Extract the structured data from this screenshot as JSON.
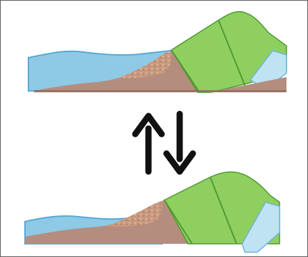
{
  "diagram": {
    "panels": [
      {
        "name": "top-cross-section"
      },
      {
        "name": "bottom-cross-section"
      }
    ],
    "arrows": [
      {
        "name": "up-arrow",
        "direction": "up"
      },
      {
        "name": "down-arrow",
        "direction": "down"
      }
    ],
    "colors": {
      "water": "#8ec9e6",
      "water_edge": "#5aa8d4",
      "soil": "#b58d7f",
      "soil_dark": "#8e6a5d",
      "gravel": "#d3a88a",
      "grass": "#8fcf5f",
      "grass_dark": "#4f9a32",
      "ditch": "#bfe3f3",
      "arrow": "#111111",
      "border": "#5a5a5a"
    }
  }
}
